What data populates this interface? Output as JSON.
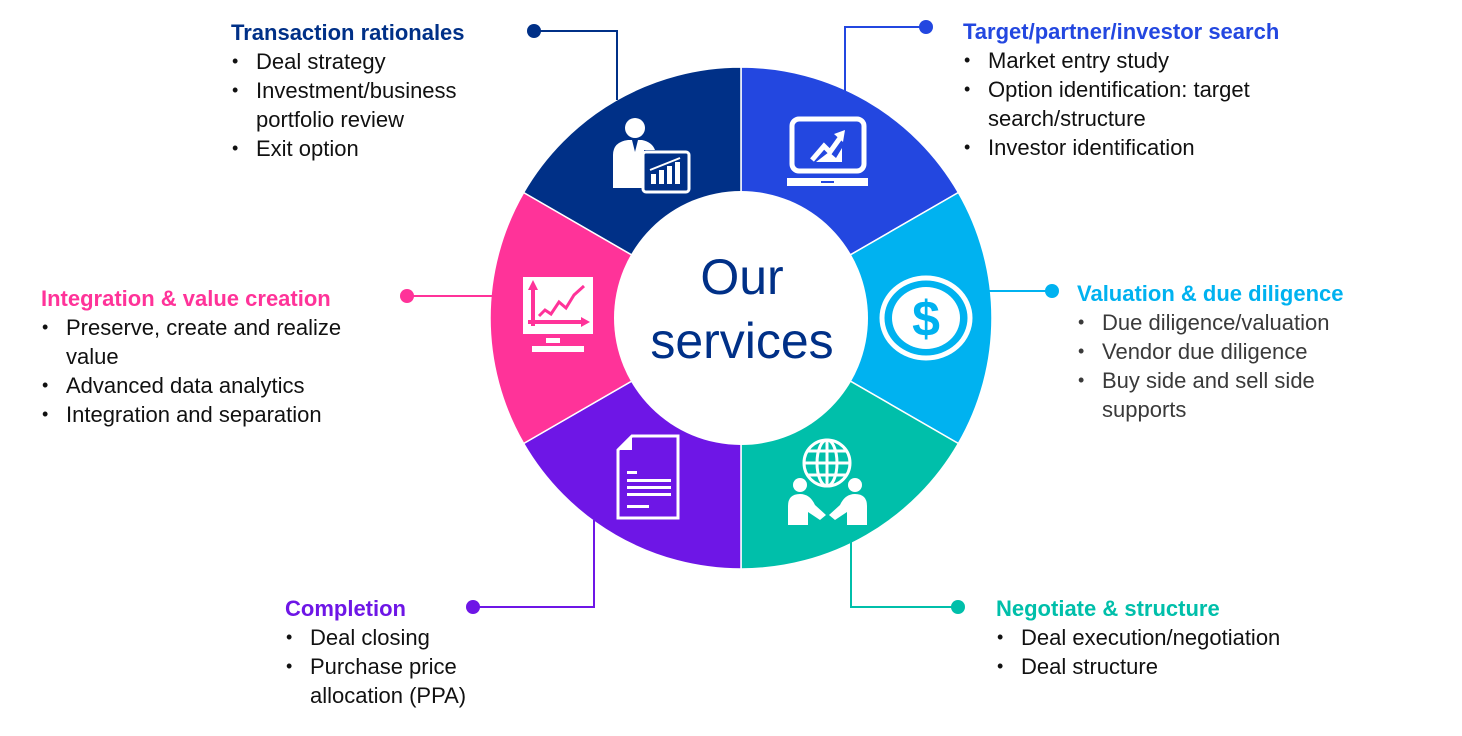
{
  "center": {
    "line1": "Our",
    "line2": "services",
    "color": "#003087"
  },
  "segments": [
    {
      "id": "transaction-rationales",
      "title": "Transaction rationales",
      "color": "#003087",
      "icon": "businessman-chart-icon",
      "items": [
        "Deal strategy",
        "Investment/business portfolio review",
        "Exit option"
      ]
    },
    {
      "id": "target-search",
      "title": "Target/partner/investor search",
      "color": "#2347E0",
      "icon": "laptop-growth-chart-icon",
      "items": [
        "Market entry study",
        "Option identification: target search/structure",
        "Investor identification"
      ]
    },
    {
      "id": "valuation",
      "title": "Valuation & due diligence",
      "color": "#00B2F0",
      "icon": "dollar-coin-icon",
      "text_color": "#3a3a3a",
      "items": [
        "Due diligence/valuation",
        "Vendor due diligence",
        "Buy side and sell side supports"
      ]
    },
    {
      "id": "negotiate",
      "title": "Negotiate & structure",
      "color": "#00BFAA",
      "icon": "globe-handshake-icon",
      "items": [
        "Deal execution/negotiation",
        "Deal structure"
      ]
    },
    {
      "id": "completion",
      "title": "Completion",
      "color": "#6E16E6",
      "icon": "document-icon",
      "items": [
        "Deal closing",
        "Purchase price allocation (PPA)"
      ]
    },
    {
      "id": "integration",
      "title": "Integration & value creation",
      "color": "#FF3399",
      "icon": "monitor-analytics-icon",
      "items": [
        "Preserve, create and realize value",
        "Advanced data analytics",
        "Integration and separation"
      ]
    }
  ]
}
